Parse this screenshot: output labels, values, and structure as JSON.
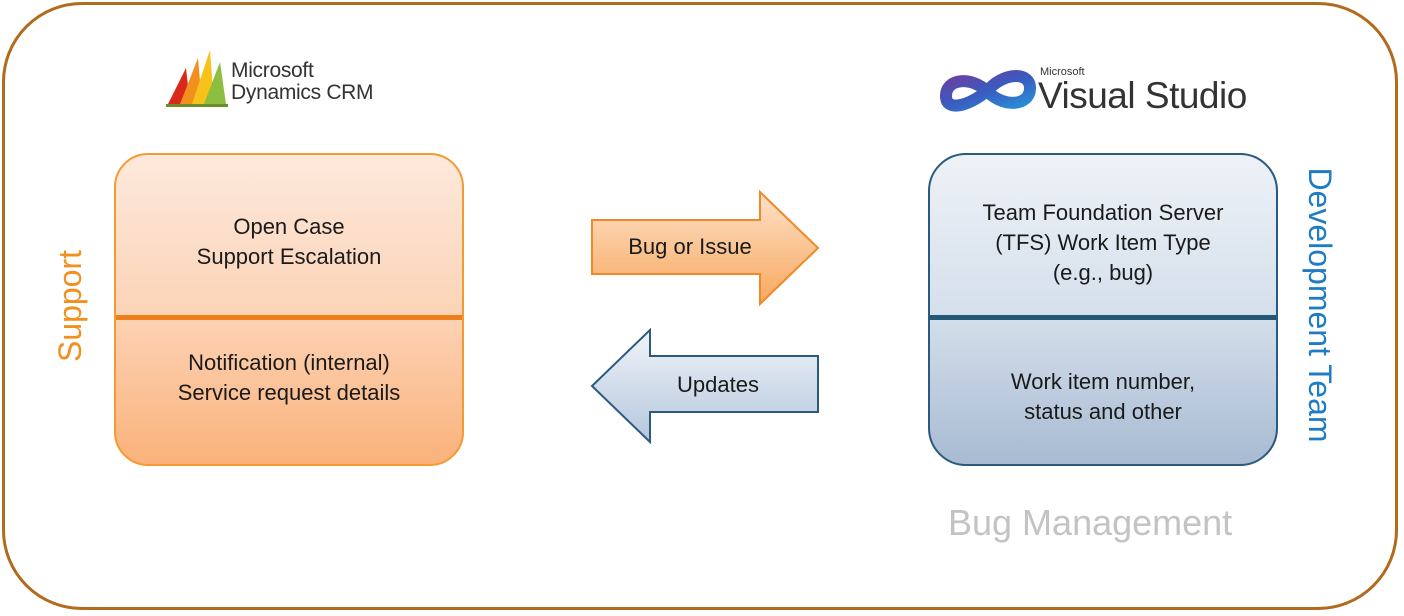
{
  "logos": {
    "crm": {
      "line1": "Microsoft",
      "line2": "Dynamics CRM"
    },
    "vs": {
      "small": "Microsoft",
      "name": "Visual Studio"
    }
  },
  "side_labels": {
    "left": "Support",
    "right": "Development Team"
  },
  "support_box": {
    "top_lines": [
      "Open Case",
      "Support Escalation"
    ],
    "bottom_lines": [
      "Notification (internal)",
      "Service request details"
    ]
  },
  "dev_box": {
    "top_lines": [
      "Team Foundation Server",
      "(TFS)  Work Item Type",
      "(e.g., bug)"
    ],
    "bottom_lines": [
      "Work item number,",
      "status and other"
    ]
  },
  "arrows": {
    "to_dev": "Bug or Issue",
    "to_support": "Updates"
  },
  "footer_label": "Bug Management",
  "colors": {
    "frame": "#b26a1c",
    "support_accent": "#f2901e",
    "dev_accent": "#1f7cc4",
    "dev_border": "#2a5a80"
  }
}
